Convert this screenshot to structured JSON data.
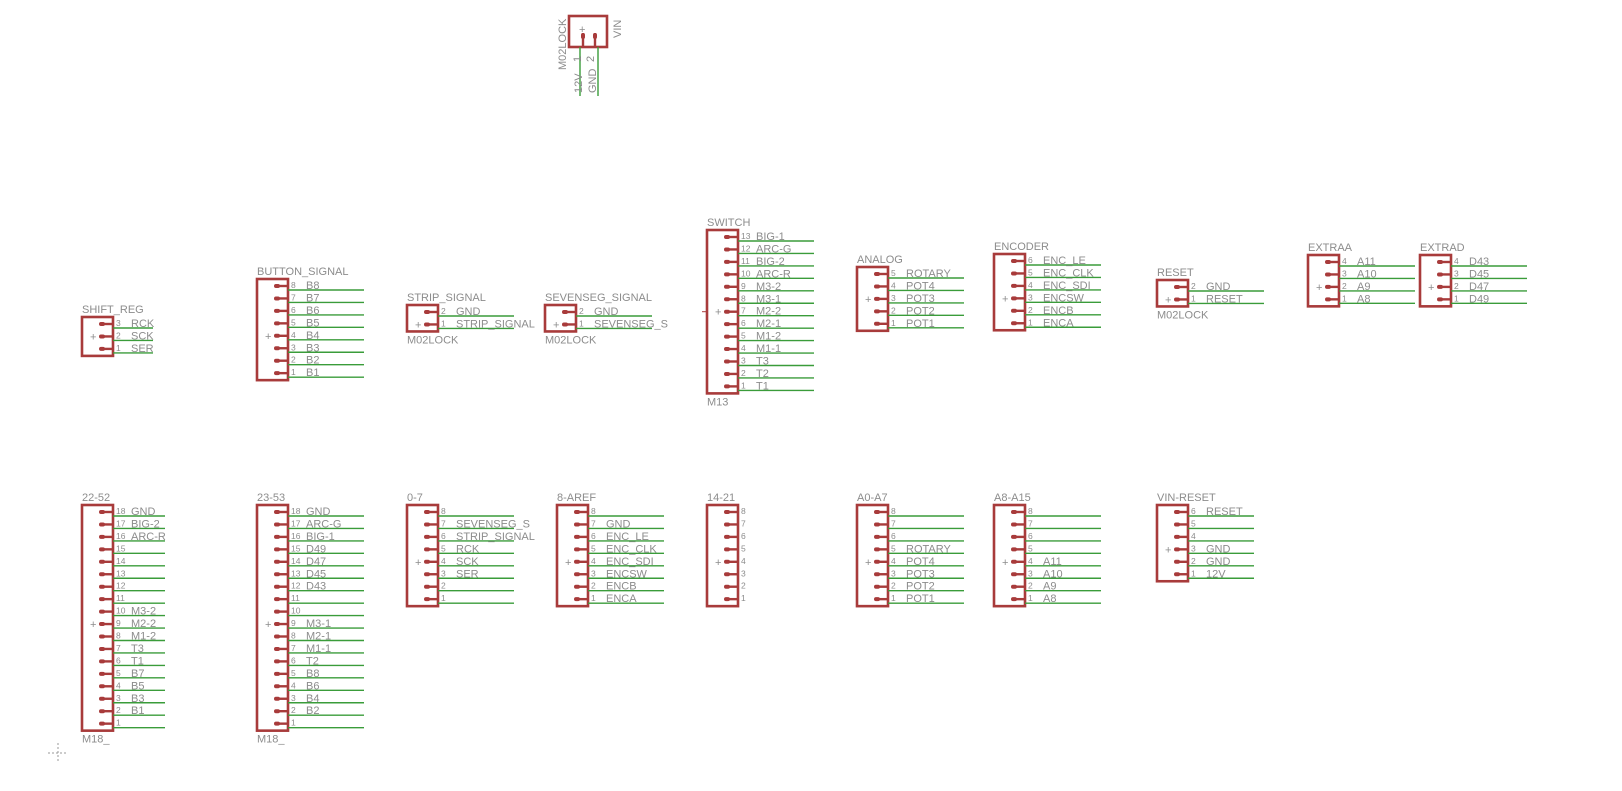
{
  "colors": {
    "body": "#a83b3b",
    "wire": "#3a9c3a",
    "text": "#8c8c8c",
    "background": "#ffffff"
  },
  "symbols": [
    {
      "id": "power-conn",
      "title": "",
      "footer": "",
      "rotated_labels": [
        "M02LOCK",
        "VIN",
        "12V",
        "GND"
      ],
      "pins": [
        {
          "n": "1",
          "net": "12V"
        },
        {
          "n": "2",
          "net": "GND"
        }
      ]
    },
    {
      "id": "shift-reg",
      "title": "SHIFT_REG",
      "footer": "",
      "pins": [
        {
          "n": "3",
          "net": "RCK"
        },
        {
          "n": "2",
          "net": "SCK"
        },
        {
          "n": "1",
          "net": "SER"
        }
      ]
    },
    {
      "id": "button-signal",
      "title": "BUTTON_SIGNAL",
      "footer": "",
      "pins": [
        {
          "n": "8",
          "net": "B8"
        },
        {
          "n": "7",
          "net": "B7"
        },
        {
          "n": "6",
          "net": "B6"
        },
        {
          "n": "5",
          "net": "B5"
        },
        {
          "n": "4",
          "net": "B4"
        },
        {
          "n": "3",
          "net": "B3"
        },
        {
          "n": "2",
          "net": "B2"
        },
        {
          "n": "1",
          "net": "B1"
        }
      ]
    },
    {
      "id": "strip-signal",
      "title": "STRIP_SIGNAL",
      "footer": "M02LOCK",
      "pins": [
        {
          "n": "2",
          "net": "GND"
        },
        {
          "n": "1",
          "net": "STRIP_SIGNAL"
        }
      ]
    },
    {
      "id": "sevenseg-signal",
      "title": "SEVENSEG_SIGNAL",
      "footer": "M02LOCK",
      "pins": [
        {
          "n": "2",
          "net": "GND"
        },
        {
          "n": "1",
          "net": "SEVENSEG_S"
        }
      ]
    },
    {
      "id": "switch",
      "title": "SWITCH",
      "footer": "M13",
      "pins": [
        {
          "n": "13",
          "net": "BIG-1"
        },
        {
          "n": "12",
          "net": "ARC-G"
        },
        {
          "n": "11",
          "net": "BIG-2"
        },
        {
          "n": "10",
          "net": "ARC-R"
        },
        {
          "n": "9",
          "net": "M3-2"
        },
        {
          "n": "8",
          "net": "M3-1"
        },
        {
          "n": "7",
          "net": "M2-2"
        },
        {
          "n": "6",
          "net": "M2-1"
        },
        {
          "n": "5",
          "net": "M1-2"
        },
        {
          "n": "4",
          "net": "M1-1"
        },
        {
          "n": "3",
          "net": "T3"
        },
        {
          "n": "2",
          "net": "T2"
        },
        {
          "n": "1",
          "net": "T1"
        }
      ]
    },
    {
      "id": "analog",
      "title": "ANALOG",
      "footer": "",
      "pins": [
        {
          "n": "5",
          "net": "ROTARY"
        },
        {
          "n": "4",
          "net": "POT4"
        },
        {
          "n": "3",
          "net": "POT3"
        },
        {
          "n": "2",
          "net": "POT2"
        },
        {
          "n": "1",
          "net": "POT1"
        }
      ]
    },
    {
      "id": "encoder",
      "title": "ENCODER",
      "footer": "",
      "pins": [
        {
          "n": "6",
          "net": "ENC_LE"
        },
        {
          "n": "5",
          "net": "ENC_CLK"
        },
        {
          "n": "4",
          "net": "ENC_SDI"
        },
        {
          "n": "3",
          "net": "ENCSW"
        },
        {
          "n": "2",
          "net": "ENCB"
        },
        {
          "n": "1",
          "net": "ENCA"
        }
      ]
    },
    {
      "id": "reset",
      "title": "RESET",
      "footer": "M02LOCK",
      "pins": [
        {
          "n": "2",
          "net": "GND"
        },
        {
          "n": "1",
          "net": "RESET"
        }
      ]
    },
    {
      "id": "extraa",
      "title": "EXTRAA",
      "footer": "",
      "pins": [
        {
          "n": "4",
          "net": "A11"
        },
        {
          "n": "3",
          "net": "A10"
        },
        {
          "n": "2",
          "net": "A9"
        },
        {
          "n": "1",
          "net": "A8"
        }
      ]
    },
    {
      "id": "extrad",
      "title": "EXTRAD",
      "footer": "",
      "pins": [
        {
          "n": "4",
          "net": "D43"
        },
        {
          "n": "3",
          "net": "D45"
        },
        {
          "n": "2",
          "net": "D47"
        },
        {
          "n": "1",
          "net": "D49"
        }
      ]
    },
    {
      "id": "h22-52",
      "title": "22-52",
      "footer": "M18_",
      "pins": [
        {
          "n": "18",
          "net": "GND"
        },
        {
          "n": "17",
          "net": "BIG-2"
        },
        {
          "n": "16",
          "net": "ARC-R"
        },
        {
          "n": "15",
          "net": ""
        },
        {
          "n": "14",
          "net": ""
        },
        {
          "n": "13",
          "net": ""
        },
        {
          "n": "12",
          "net": ""
        },
        {
          "n": "11",
          "net": ""
        },
        {
          "n": "10",
          "net": "M3-2"
        },
        {
          "n": "9",
          "net": "M2-2"
        },
        {
          "n": "8",
          "net": "M1-2"
        },
        {
          "n": "7",
          "net": "T3"
        },
        {
          "n": "6",
          "net": "T1"
        },
        {
          "n": "5",
          "net": "B7"
        },
        {
          "n": "4",
          "net": "B5"
        },
        {
          "n": "3",
          "net": "B3"
        },
        {
          "n": "2",
          "net": "B1"
        },
        {
          "n": "1",
          "net": ""
        }
      ]
    },
    {
      "id": "h23-53",
      "title": "23-53",
      "footer": "M18_",
      "pins": [
        {
          "n": "18",
          "net": "GND"
        },
        {
          "n": "17",
          "net": "ARC-G"
        },
        {
          "n": "16",
          "net": "BIG-1"
        },
        {
          "n": "15",
          "net": "D49"
        },
        {
          "n": "14",
          "net": "D47"
        },
        {
          "n": "13",
          "net": "D45"
        },
        {
          "n": "12",
          "net": "D43"
        },
        {
          "n": "11",
          "net": ""
        },
        {
          "n": "10",
          "net": ""
        },
        {
          "n": "9",
          "net": "M3-1"
        },
        {
          "n": "8",
          "net": "M2-1"
        },
        {
          "n": "7",
          "net": "M1-1"
        },
        {
          "n": "6",
          "net": "T2"
        },
        {
          "n": "5",
          "net": "B8"
        },
        {
          "n": "4",
          "net": "B6"
        },
        {
          "n": "3",
          "net": "B4"
        },
        {
          "n": "2",
          "net": "B2"
        },
        {
          "n": "1",
          "net": ""
        }
      ]
    },
    {
      "id": "h0-7",
      "title": "0-7",
      "footer": "",
      "pins": [
        {
          "n": "8",
          "net": ""
        },
        {
          "n": "7",
          "net": "SEVENSEG_S"
        },
        {
          "n": "6",
          "net": "STRIP_SIGNAL"
        },
        {
          "n": "5",
          "net": "RCK"
        },
        {
          "n": "4",
          "net": "SCK"
        },
        {
          "n": "3",
          "net": "SER"
        },
        {
          "n": "2",
          "net": ""
        },
        {
          "n": "1",
          "net": ""
        }
      ]
    },
    {
      "id": "h8-aref",
      "title": "8-AREF",
      "footer": "",
      "pins": [
        {
          "n": "8",
          "net": ""
        },
        {
          "n": "7",
          "net": "GND"
        },
        {
          "n": "6",
          "net": "ENC_LE"
        },
        {
          "n": "5",
          "net": "ENC_CLK"
        },
        {
          "n": "4",
          "net": "ENC_SDI"
        },
        {
          "n": "3",
          "net": "ENCSW"
        },
        {
          "n": "2",
          "net": "ENCB"
        },
        {
          "n": "1",
          "net": "ENCA"
        }
      ]
    },
    {
      "id": "h14-21",
      "title": "14-21",
      "footer": "",
      "pins": [
        {
          "n": "8",
          "net": ""
        },
        {
          "n": "7",
          "net": ""
        },
        {
          "n": "6",
          "net": ""
        },
        {
          "n": "5",
          "net": ""
        },
        {
          "n": "4",
          "net": ""
        },
        {
          "n": "3",
          "net": ""
        },
        {
          "n": "2",
          "net": ""
        },
        {
          "n": "1",
          "net": ""
        }
      ]
    },
    {
      "id": "a0-a7",
      "title": "A0-A7",
      "footer": "",
      "pins": [
        {
          "n": "8",
          "net": ""
        },
        {
          "n": "7",
          "net": ""
        },
        {
          "n": "6",
          "net": ""
        },
        {
          "n": "5",
          "net": "ROTARY"
        },
        {
          "n": "4",
          "net": "POT4"
        },
        {
          "n": "3",
          "net": "POT3"
        },
        {
          "n": "2",
          "net": "POT2"
        },
        {
          "n": "1",
          "net": "POT1"
        }
      ]
    },
    {
      "id": "a8-a15",
      "title": "A8-A15",
      "footer": "",
      "pins": [
        {
          "n": "8",
          "net": ""
        },
        {
          "n": "7",
          "net": ""
        },
        {
          "n": "6",
          "net": ""
        },
        {
          "n": "5",
          "net": ""
        },
        {
          "n": "4",
          "net": "A11"
        },
        {
          "n": "3",
          "net": "A10"
        },
        {
          "n": "2",
          "net": "A9"
        },
        {
          "n": "1",
          "net": "A8"
        }
      ]
    },
    {
      "id": "vin-reset",
      "title": "VIN-RESET",
      "footer": "",
      "pins": [
        {
          "n": "6",
          "net": "RESET"
        },
        {
          "n": "5",
          "net": ""
        },
        {
          "n": "4",
          "net": ""
        },
        {
          "n": "3",
          "net": "GND"
        },
        {
          "n": "2",
          "net": "GND"
        },
        {
          "n": "1",
          "net": "12V"
        }
      ]
    }
  ]
}
